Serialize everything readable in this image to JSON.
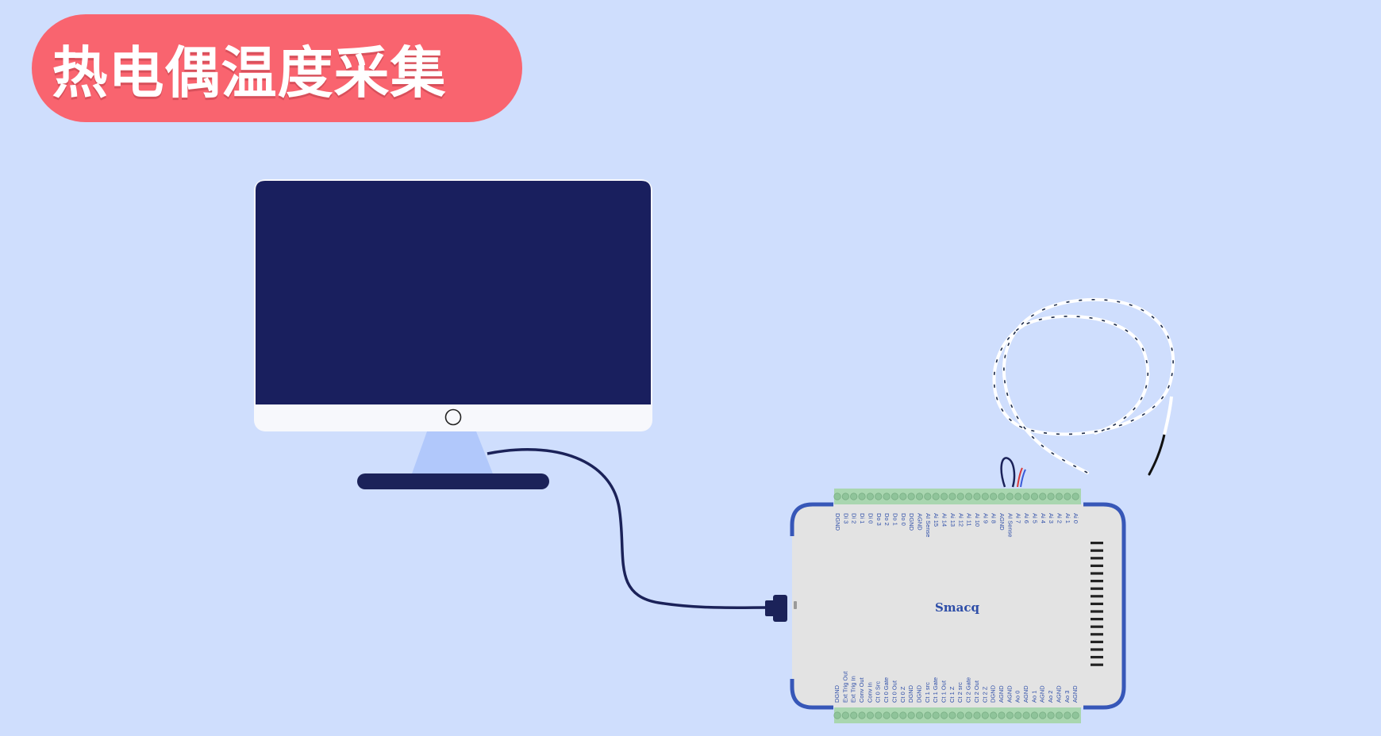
{
  "title": "热电偶温度采集",
  "device": {
    "brand": "Smacq",
    "top_labels": [
      "DGND",
      "Di 3",
      "Di 2",
      "Di 1",
      "Di 0",
      "Do 3",
      "Do 2",
      "Do 1",
      "Do 0",
      "DGND",
      "AGND",
      "AI Sense",
      "Ai 15",
      "Ai 14",
      "Ai 13",
      "Ai 12",
      "Ai 11",
      "Ai 10",
      "Ai 9",
      "Ai 8",
      "AGND",
      "AI Sense",
      "Ai 7",
      "Ai 6",
      "Ai 5",
      "Ai 4",
      "Ai 3",
      "Ai 2",
      "Ai 1",
      "Ai 0"
    ],
    "bottom_labels": [
      "DGND",
      "Ext Trig Out",
      "Ext Trig In",
      "Conv Out",
      "Conv In",
      "Ct 0 Src",
      "Ct 0 Gate",
      "Ct 0 Out",
      "Ct 0 Z",
      "DGND",
      "DGND",
      "Ct 1 src",
      "Ct 1 Gate",
      "Ct 1 Out",
      "Ct 1 Z",
      "Ct 2 src",
      "Ct 2 Gate",
      "Ct 2 Out",
      "Ct 2 Z",
      "DGND",
      "AGND",
      "AGND",
      "Ao 0",
      "AGND",
      "Ao 1",
      "AGND",
      "Ao 2",
      "AGND",
      "Ao 3",
      "AGND"
    ]
  },
  "colors": {
    "background": "#cfdefd",
    "title_pill": "#f9646f",
    "screen": "#191f5e",
    "device_border": "#3757b8",
    "device_body": "#e3e3e3",
    "terminal": "#a9d6b0"
  },
  "icons": [
    "monitor-icon",
    "daq-device-icon",
    "thermocouple-icon",
    "usb-cable-icon"
  ]
}
